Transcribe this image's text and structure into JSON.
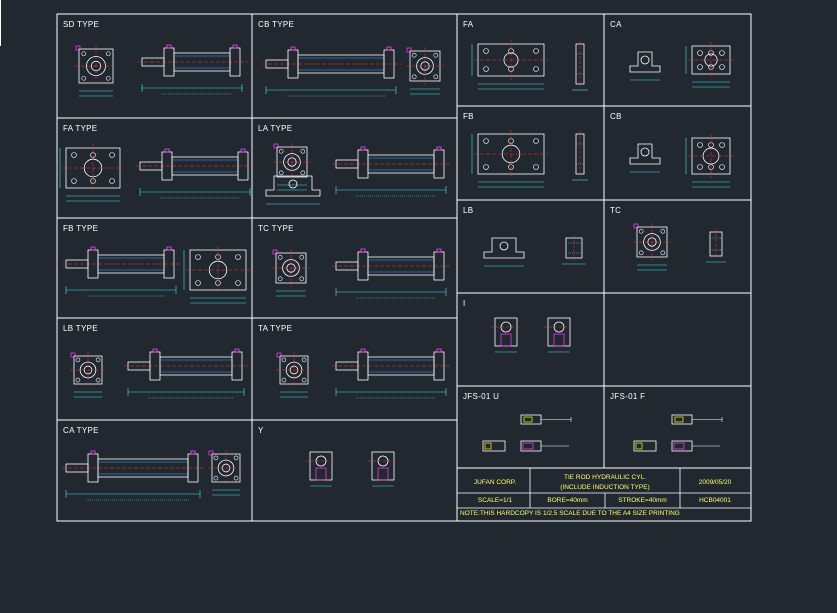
{
  "panels_left": [
    {
      "id": "sd",
      "label": "SD TYPE"
    },
    {
      "id": "cb_type",
      "label": "CB TYPE"
    },
    {
      "id": "fa_type",
      "label": "FA TYPE"
    },
    {
      "id": "la_type",
      "label": "LA TYPE"
    },
    {
      "id": "fb_type",
      "label": "FB TYPE"
    },
    {
      "id": "tc_type",
      "label": "TC TYPE"
    },
    {
      "id": "lb_type",
      "label": "LB TYPE"
    },
    {
      "id": "ta_type",
      "label": "TA TYPE"
    },
    {
      "id": "ca_type",
      "label": "CA TYPE"
    },
    {
      "id": "y",
      "label": "Y"
    }
  ],
  "panels_right": [
    {
      "id": "fa",
      "label": "FA"
    },
    {
      "id": "ca",
      "label": "CA"
    },
    {
      "id": "fb",
      "label": "FB"
    },
    {
      "id": "cb",
      "label": "CB"
    },
    {
      "id": "lb",
      "label": "LB"
    },
    {
      "id": "tc",
      "label": "TC"
    },
    {
      "id": "i",
      "label": "I"
    },
    {
      "id": "jfs_u",
      "label": "JFS-01 U"
    },
    {
      "id": "jfs_f",
      "label": "JFS-01 F"
    }
  ],
  "title_block": {
    "company": "JUFAN CORP.",
    "title_line1": "TIE ROD HYDRAULIC CYL.",
    "title_line2": "(INCLUDE INDUCTION TYPE)",
    "date": "2009/05/20",
    "scale": "SCALE=1/1",
    "bore": "BORE=40mm",
    "stroke": "STROKE=40mm",
    "drawing_no": "HCB04001",
    "note": "NOTE:THIS HARDCOPY IS 1/2.5 SCALE DUE TO THE A4 SIZE PRINTING"
  },
  "colors": {
    "background": "#212830",
    "frame": "#ffffff",
    "outline": "#ffffff",
    "dimension": "#3fe8e8",
    "hidden_line": "#ff40ff",
    "accent": "#ffff00",
    "center_line": "#ff3030",
    "detail": "#4aa0ff"
  }
}
